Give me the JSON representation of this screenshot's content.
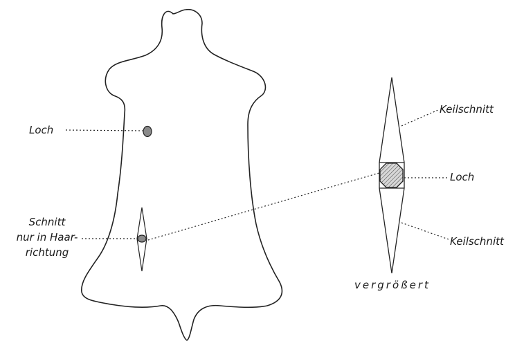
{
  "labels": {
    "loch_left": "Loch",
    "schnitt_lines": [
      "Schnitt",
      "nur in Haar-",
      "richtung"
    ],
    "keilschnitt_top": "Keilschnitt",
    "loch_right": "Loch",
    "keilschnitt_bottom": "Keilschnitt",
    "vergroessert": "vergrößert"
  },
  "colors": {
    "line": "#222222",
    "hole_fill": "#8a8a8a",
    "hatch": "#555555"
  }
}
